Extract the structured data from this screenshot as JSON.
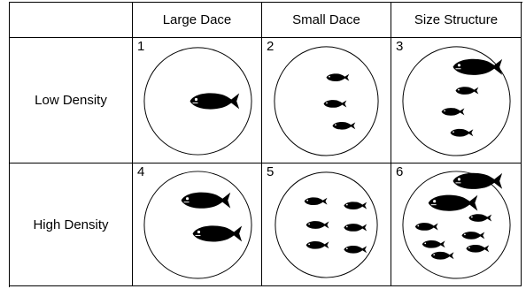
{
  "header": {
    "corner": "",
    "columns": [
      "Large Dace",
      "Small Dace",
      "Size Structure"
    ]
  },
  "rows": [
    {
      "label": "Low Density",
      "panels": [
        "1",
        "2",
        "3"
      ]
    },
    {
      "label": "High Density",
      "panels": [
        "4",
        "5",
        "6"
      ]
    }
  ],
  "colors": {
    "line": "#000000",
    "fish": "#000000",
    "background": "#ffffff"
  },
  "icons": {
    "fish": "fish-icon",
    "enclosure": "circle-enclosure"
  }
}
